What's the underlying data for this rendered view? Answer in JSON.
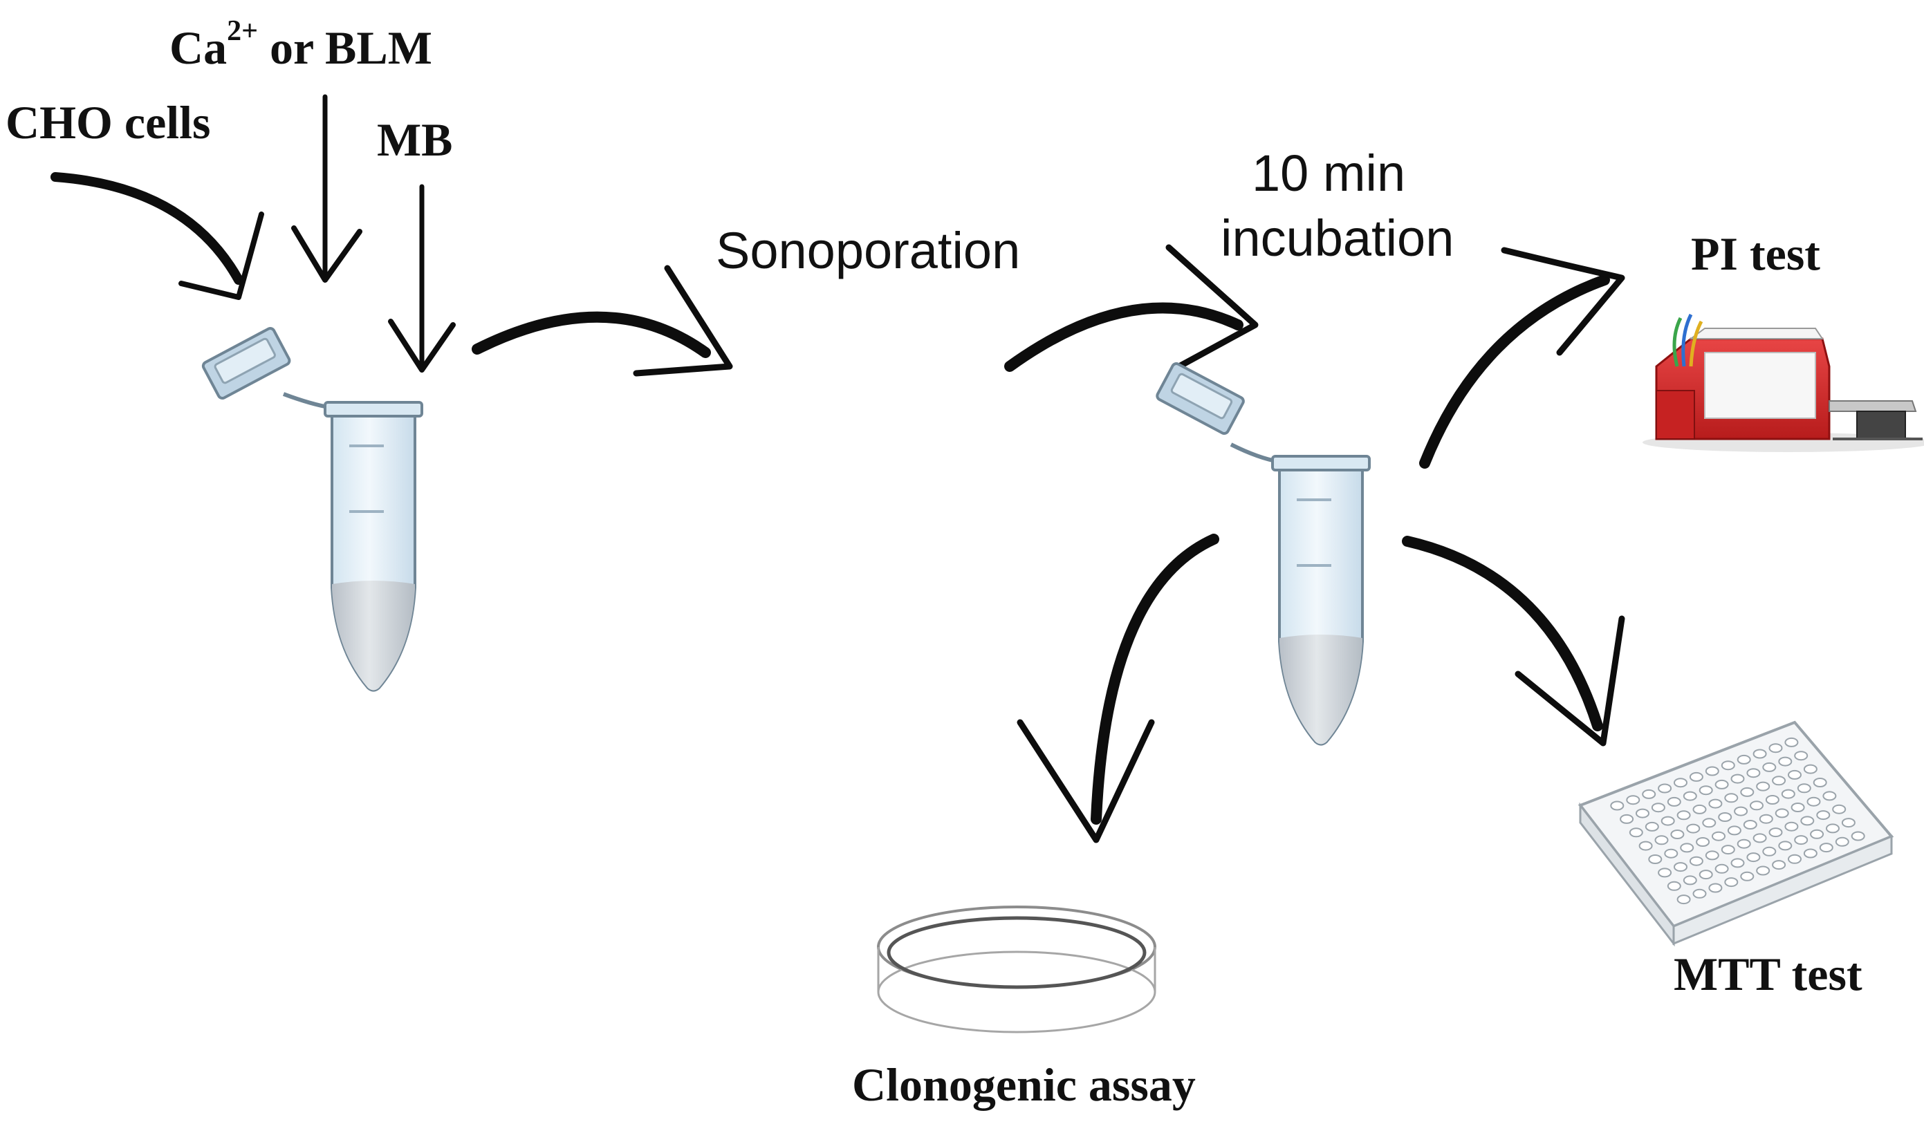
{
  "labels": {
    "cho_cells": "CHO cells",
    "ca_prefix": "Ca",
    "ca_superscript": "2+",
    "ca_suffix": " or BLM",
    "mb": "MB",
    "sonoporation": "Sonoporation",
    "incubation_line1": "10 min",
    "incubation_line2": "incubation",
    "pi_test": "PI test",
    "mtt_test": "MTT test",
    "clonogenic_assay": "Clonogenic assay"
  },
  "icons": {
    "tube_left": "microcentrifuge-tube-icon",
    "tube_right": "microcentrifuge-tube-icon",
    "flow_cytometer": "flow-cytometer-icon",
    "well_plate": "96-well-plate-icon",
    "petri_dish": "petri-dish-icon"
  },
  "colors": {
    "tube_body": "#e4f0f8",
    "tube_outline": "#7e93a3",
    "tube_liquid": "#c9cfd5",
    "cytometer_red": "#d42a2a",
    "arrow": "#0d0d0d"
  }
}
